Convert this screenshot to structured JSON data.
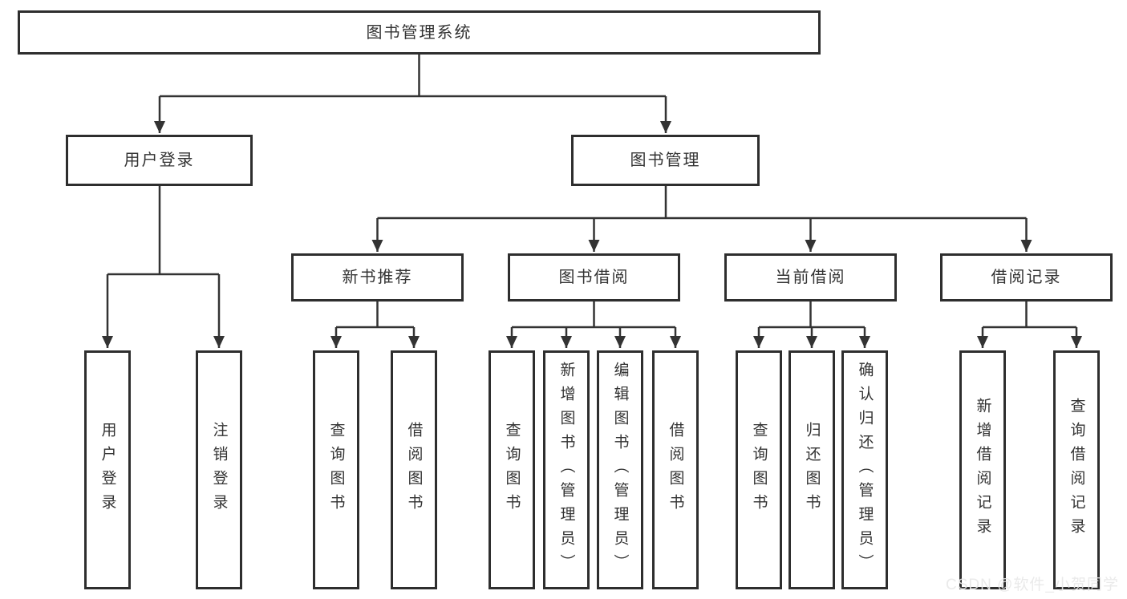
{
  "diagram": {
    "root": {
      "label": "图书管理系统"
    },
    "branches": [
      {
        "label": "用户登录",
        "children": [
          {
            "label": "用户登录"
          },
          {
            "label": "注销登录"
          }
        ]
      },
      {
        "label": "图书管理",
        "children": [
          {
            "label": "新书推荐",
            "children": [
              {
                "label": "查询图书"
              },
              {
                "label": "借阅图书"
              }
            ]
          },
          {
            "label": "图书借阅",
            "children": [
              {
                "label": "查询图书"
              },
              {
                "label": "新增图书（管理员）"
              },
              {
                "label": "编辑图书（管理员）"
              },
              {
                "label": "借阅图书"
              }
            ]
          },
          {
            "label": "当前借阅",
            "children": [
              {
                "label": "查询图书"
              },
              {
                "label": "归还图书"
              },
              {
                "label": "确认归还（管理员）"
              }
            ]
          },
          {
            "label": "借阅记录",
            "children": [
              {
                "label": "新增借阅记录"
              },
              {
                "label": "查询借阅记录"
              }
            ]
          }
        ]
      }
    ]
  },
  "watermark": {
    "text": "CSDN @软件_小贺同学"
  },
  "colors": {
    "line": "#333333",
    "box_border": "#2e2e2e",
    "text": "#333333",
    "background": "#ffffff",
    "watermark": "#e8e8e8"
  }
}
